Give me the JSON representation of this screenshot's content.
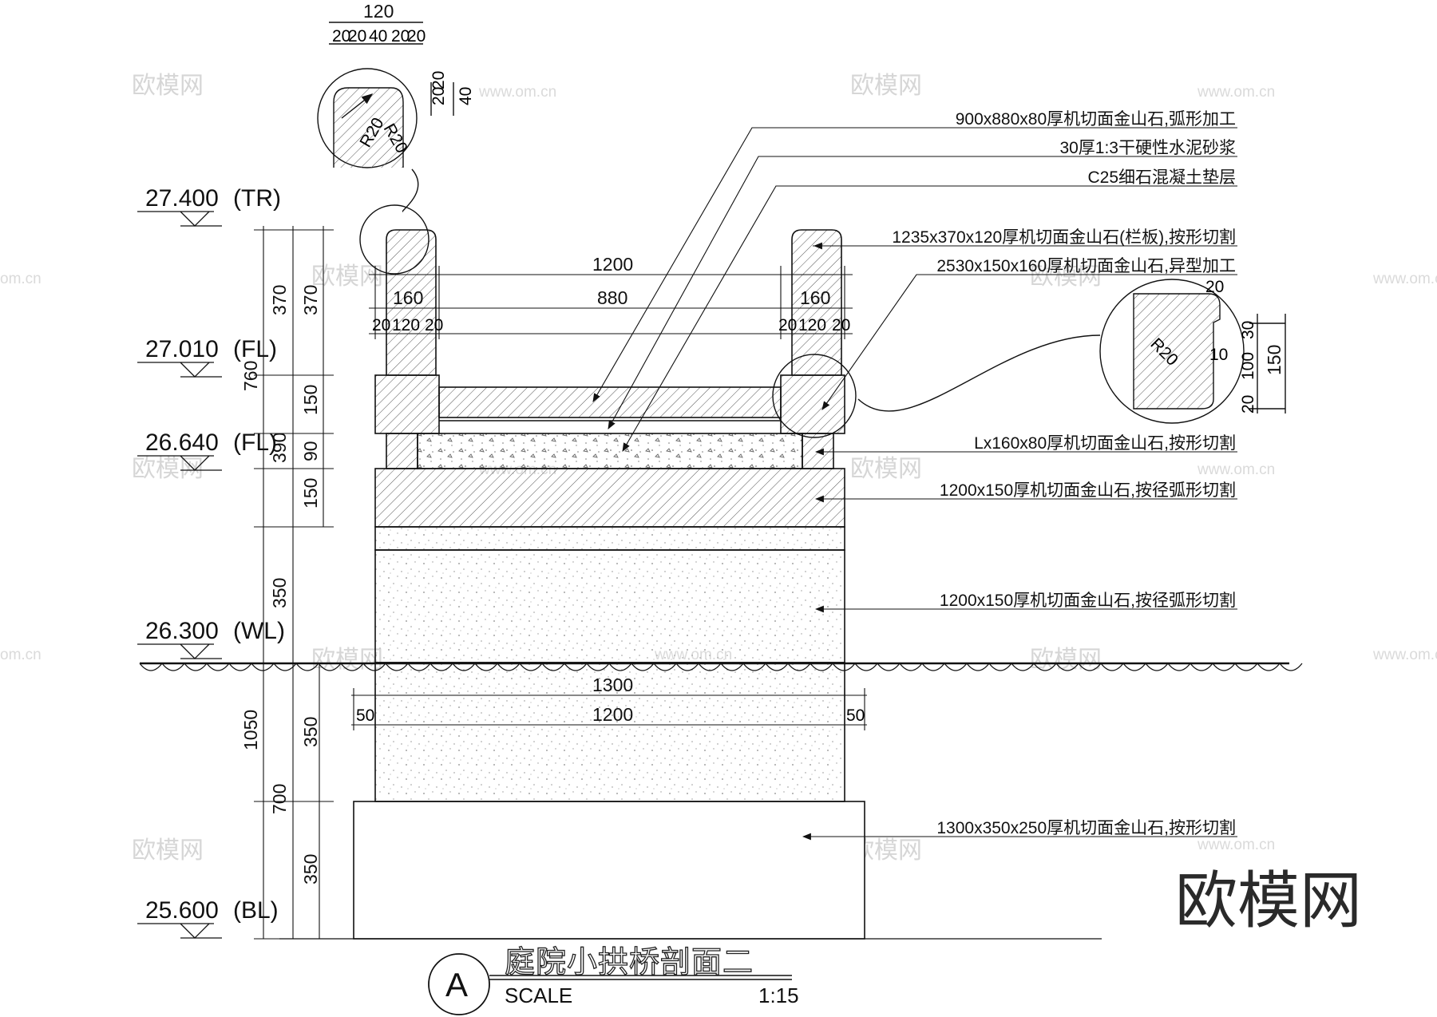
{
  "drawing": {
    "title": "庭院小拱桥剖面二",
    "section_mark": "A",
    "scale_label": "SCALE",
    "scale_value": "1:15"
  },
  "elevations": [
    {
      "value": "27.400",
      "tag": "(TR)"
    },
    {
      "value": "27.010",
      "tag": "(FL)"
    },
    {
      "value": "26.640",
      "tag": "(FL)"
    },
    {
      "value": "26.300",
      "tag": "(WL)"
    },
    {
      "value": "25.600",
      "tag": "(BL)"
    }
  ],
  "dimensions": {
    "top_detail": [
      "120",
      "20",
      "20",
      "40",
      "20",
      "20"
    ],
    "top_detail_side": [
      "20",
      "20",
      "40"
    ],
    "radius": [
      "R20",
      "R20"
    ],
    "deck": [
      "1200",
      "880",
      "160",
      "160",
      "20",
      "120",
      "20",
      "20",
      "120",
      "20"
    ],
    "left_col1": [
      "760",
      "390",
      "350",
      "1050",
      "700"
    ],
    "left_col2": [
      "370",
      "150",
      "90",
      "150",
      "350",
      "350"
    ],
    "left_col3": [
      "370"
    ],
    "base": [
      "1300",
      "1200",
      "50",
      "50"
    ],
    "right_detail": [
      "20",
      "R20",
      "10",
      "30",
      "100",
      "20",
      "150"
    ]
  },
  "notes": [
    "900x880x80厚机切面金山石,弧形加工",
    "30厚1:3干硬性水泥砂浆",
    "C25细石混凝土垫层",
    "1235x370x120厚机切面金山石(栏板),按形切割",
    "2530x150x160厚机切面金山石,异型加工",
    "Lx160x80厚机切面金山石,按形切割",
    "1200x150厚机切面金山石,按径弧形切割",
    "1200x150厚机切面金山石,按径弧形切割",
    "1300x350x250厚机切面金山石,按形切割"
  ],
  "watermark": {
    "brand": "欧模网",
    "url": "www.om.cn",
    "url_partial": "om.cn"
  }
}
